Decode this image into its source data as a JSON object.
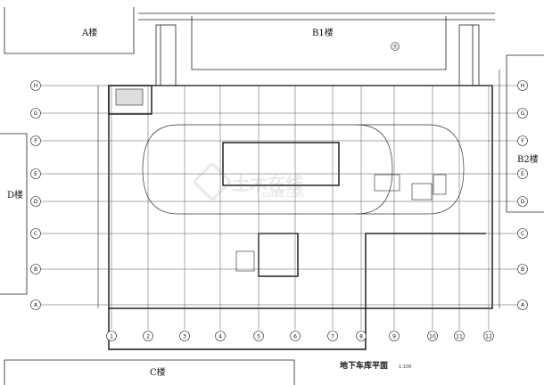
{
  "drawing": {
    "title": "地下车库平面",
    "scale": "1:100"
  },
  "buildings": {
    "a": "A楼",
    "b1": "B1楼",
    "b2": "B2楼",
    "c": "C楼",
    "d": "D楼"
  },
  "column_axes": [
    "1",
    "2",
    "3",
    "4",
    "5",
    "6",
    "7",
    "8",
    "9",
    "10",
    "11",
    "12"
  ],
  "row_axes": [
    "H",
    "G",
    "F",
    "E",
    "D",
    "C",
    "B",
    "A"
  ],
  "b1_marker": "⑪",
  "watermark": {
    "text": "土木在线",
    "sub": "coi88.com"
  }
}
